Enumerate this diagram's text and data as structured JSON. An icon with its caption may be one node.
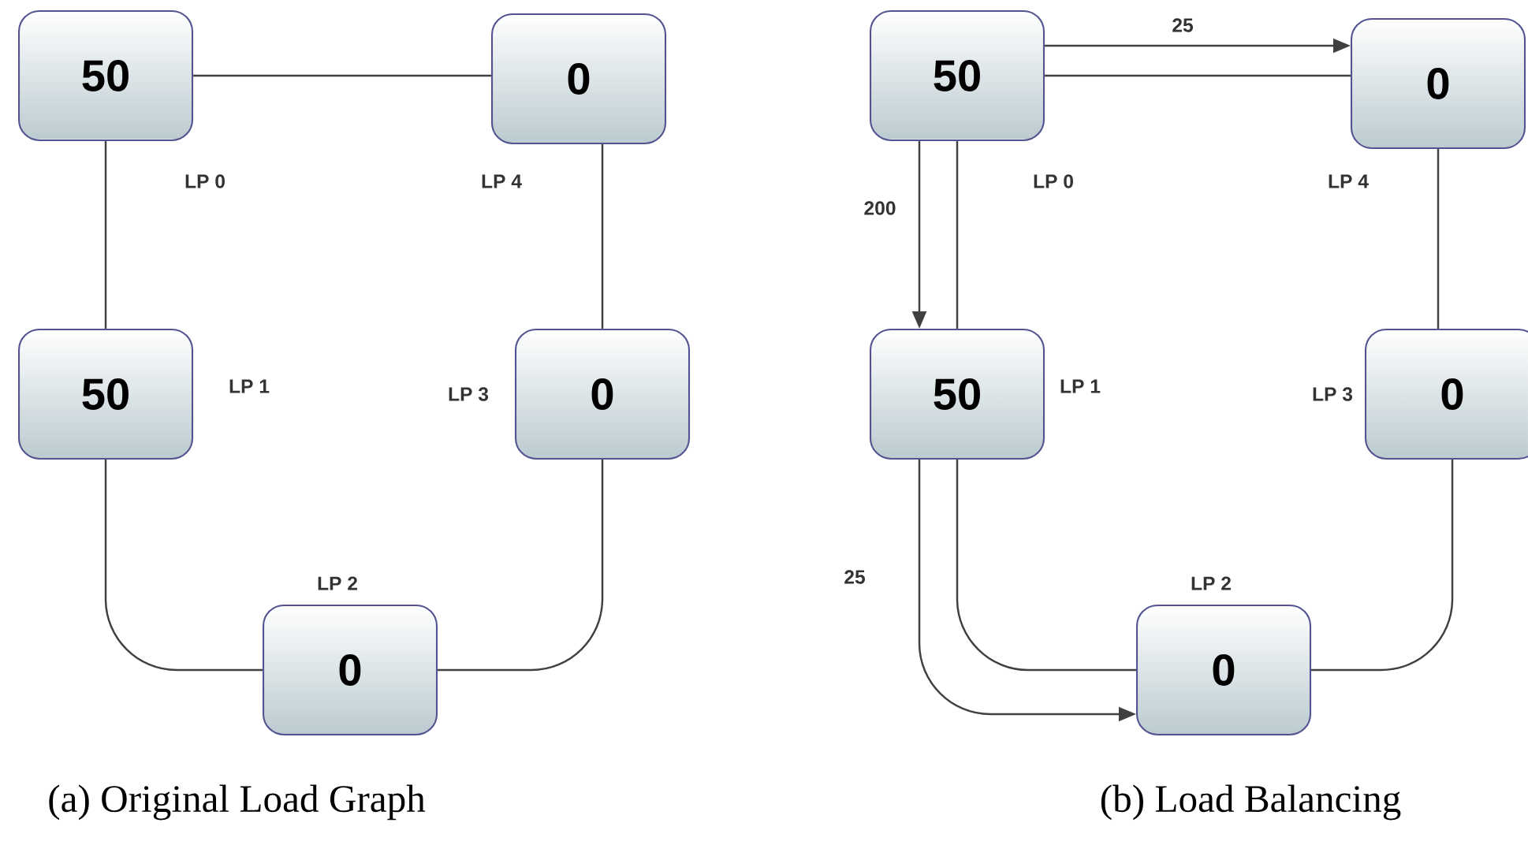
{
  "diagram": {
    "nodes": [
      {
        "text": [
          "50"
        ],
        "beside": [
          "LP 0"
        ]
      },
      {
        "text": [
          "0"
        ],
        "beside": [
          "LP 4"
        ]
      },
      {
        "text": [
          "50"
        ],
        "beside": [
          "LP 1"
        ]
      },
      {
        "text": [
          "0"
        ],
        "beside": [
          "LP 3"
        ]
      },
      {
        "text": [
          "0"
        ],
        "beside": [
          "LP 2"
        ]
      },
      {
        "text": [
          "50"
        ],
        "beside": [
          "LP 0"
        ]
      },
      {
        "text": [
          "0"
        ],
        "beside": [
          "LP 4"
        ]
      },
      {
        "text": [
          "50"
        ],
        "beside": [
          "LP 1"
        ]
      },
      {
        "text": [
          "0"
        ],
        "beside": [
          "LP 3"
        ]
      },
      {
        "text": [
          "0"
        ],
        "beside": [
          "LP 2"
        ]
      }
    ],
    "edges": [
      {
        "from": 0,
        "to": 1,
        "arrow": "none"
      },
      {
        "from": 0,
        "to": 2,
        "arrow": "none"
      },
      {
        "from": 2,
        "to": 4,
        "arrow": "none"
      },
      {
        "from": 4,
        "to": 3,
        "arrow": "none"
      },
      {
        "from": 3,
        "to": 1,
        "arrow": "none"
      },
      {
        "from": 5,
        "to": 6,
        "arrow": "to",
        "label": "25"
      },
      {
        "from": 5,
        "to": 6,
        "arrow": "none"
      },
      {
        "from": 5,
        "to": 7,
        "arrow": "to",
        "label": "200"
      },
      {
        "from": 5,
        "to": 7,
        "arrow": "none"
      },
      {
        "from": 7,
        "to": 9,
        "arrow": "to",
        "label": "25"
      },
      {
        "from": 7,
        "to": 9,
        "arrow": "none"
      },
      {
        "from": 9,
        "to": 8,
        "arrow": "none"
      },
      {
        "from": 8,
        "to": 6,
        "arrow": "none"
      }
    ],
    "labels": [
      "(a) Original Load Graph",
      "(b) Load Balancing"
    ]
  }
}
